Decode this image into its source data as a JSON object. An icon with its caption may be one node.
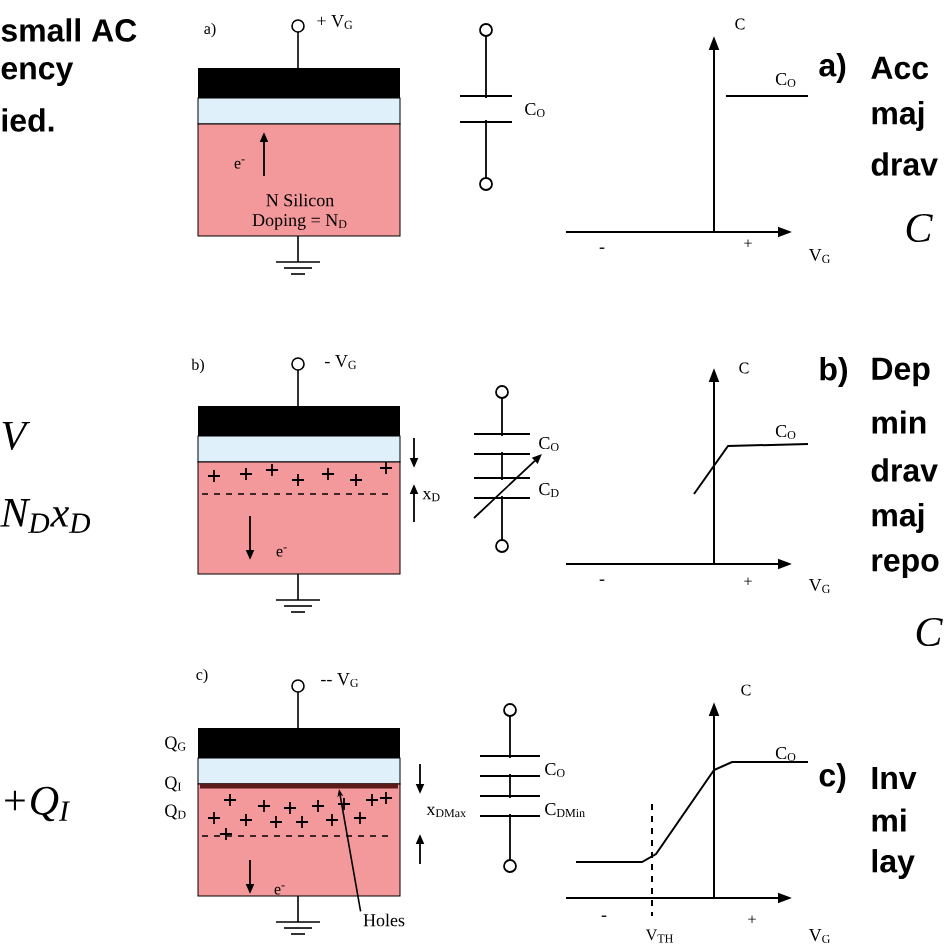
{
  "diagram": {
    "nodes": [
      {
        "text": [
          "Holes"
        ]
      },
      {
        "text": [],
        "shape": "bar"
      }
    ],
    "edges": [
      {
        "from": 0,
        "to": 1,
        "arrow": "to"
      }
    ],
    "labels": [
      "small AC",
      "ency",
      "ied.",
      "a)",
      "+ V$_{G}$",
      "e$^{-}$",
      "N Silicon",
      "Doping = N$_{D}$",
      "C$_{O}$",
      "C",
      "C$_{O}$",
      "-",
      "+",
      "V$_{G}$",
      "a)",
      "Acc",
      "maj",
      "drav",
      "C",
      "V",
      "N$_{D}$x$_{D}$",
      "b)",
      "- V$_{G}$",
      "x$_{D}$",
      "e$^{-}$",
      "C$_{O}$",
      "C$_{D}$",
      "C",
      "C$_{O}$",
      "-",
      "+",
      "V$_{G}$",
      "b)",
      "Dep",
      "min",
      "drav",
      "maj",
      "repo",
      "C",
      "+Q$_{I}$",
      "c)",
      "-- V$_{G}$",
      "Q$_{G}$",
      "Q$_{I}$",
      "Q$_{D}$",
      "x$_{DMax}$",
      "e$^{-}$",
      "C$_{O}$",
      "C$_{DMin}$",
      "C",
      "C$_{O}$",
      "-",
      "V$_{TH}$",
      "+",
      "V$_{G}$",
      "c)",
      "Inv",
      "mi",
      "lay"
    ]
  }
}
